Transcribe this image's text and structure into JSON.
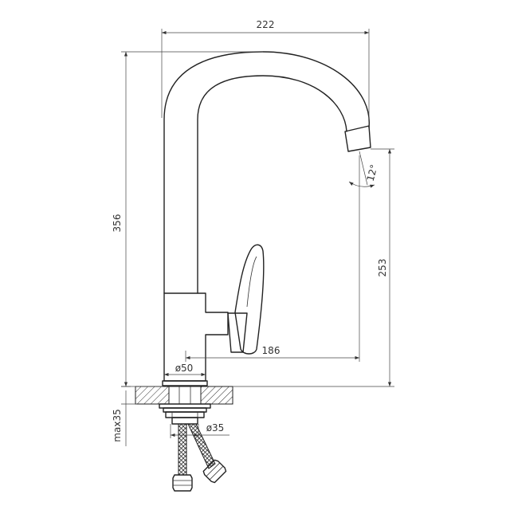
{
  "dimensions": {
    "width_total": "222",
    "height_total": "356",
    "spout_height": "253",
    "spout_reach": "186",
    "base_diameter": "ø50",
    "thread_diameter": "ø35",
    "max_deck_thickness": "max35",
    "spout_angle": "12°"
  }
}
